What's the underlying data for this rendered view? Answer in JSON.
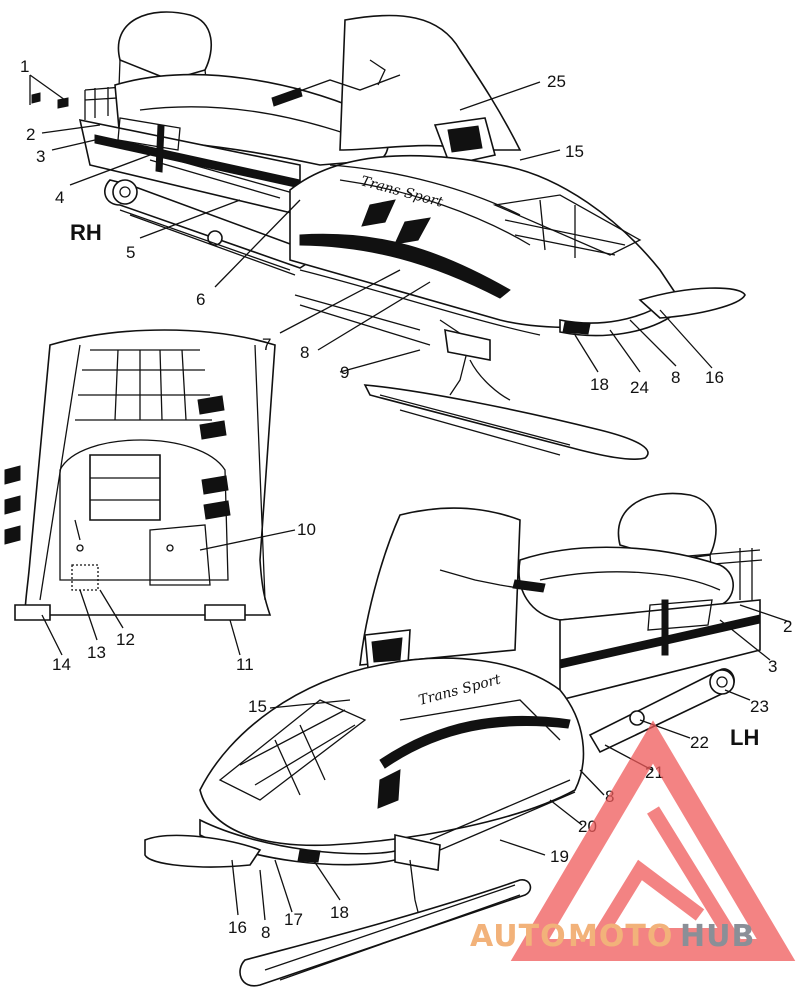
{
  "side_labels": {
    "rh": "RH",
    "lh": "LH"
  },
  "callouts": {
    "rh": [
      "1",
      "2",
      "3",
      "4",
      "5",
      "6",
      "7",
      "8",
      "9",
      "25",
      "15",
      "16",
      "8",
      "24",
      "18"
    ],
    "hood": [
      "10",
      "11",
      "12",
      "13",
      "14"
    ],
    "lh": [
      "2",
      "3",
      "23",
      "22",
      "21",
      "8",
      "20",
      "19",
      "15",
      "16",
      "8",
      "17",
      "18"
    ]
  },
  "decal_text": {
    "brand": "Trans Sport"
  },
  "watermark": {
    "text_a": "AUTO",
    "text_b": "MOTO",
    "text_c": "HUB",
    "color_a": "#f2b27a",
    "color_b": "#f2b27a",
    "color_c": "#8a8f97",
    "logo_color": "#ef5a5a"
  }
}
